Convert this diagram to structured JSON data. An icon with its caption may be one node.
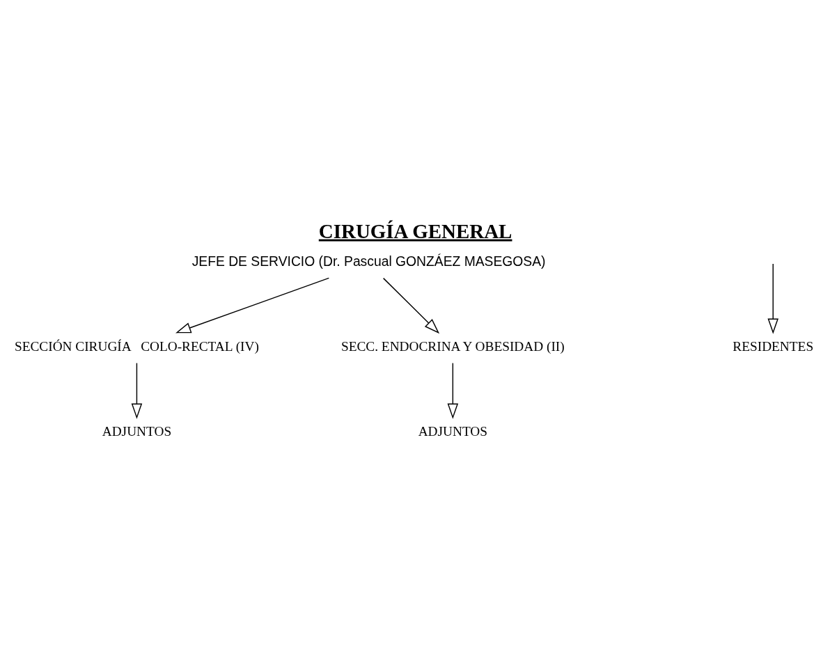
{
  "diagram": {
    "title": "CIRUGÍA GENERAL",
    "nodes": [
      {
        "text": [
          "JEFE DE SERVICIO (Dr. Pascual GONZÁEZ MASEGOSA)"
        ]
      },
      {
        "text": [
          "SECCIÓN CIRUGÍA   COLO-RECTAL (IV)"
        ]
      },
      {
        "text": [
          "SECC. ENDOCRINA Y OBESIDAD (II)"
        ]
      },
      {
        "text": [
          "ADJUNTOS"
        ]
      },
      {
        "text": [
          "ADJUNTOS"
        ]
      },
      {
        "text": [
          "RESIDENTES"
        ]
      }
    ],
    "edges": [
      {
        "from": 0,
        "to": 1,
        "arrow": "to"
      },
      {
        "from": 0,
        "to": 2,
        "arrow": "to"
      },
      {
        "from": 1,
        "to": 3,
        "arrow": "to"
      },
      {
        "from": 2,
        "to": 4,
        "arrow": "to"
      },
      {
        "from": null,
        "to": 5,
        "arrow": "to"
      }
    ]
  }
}
